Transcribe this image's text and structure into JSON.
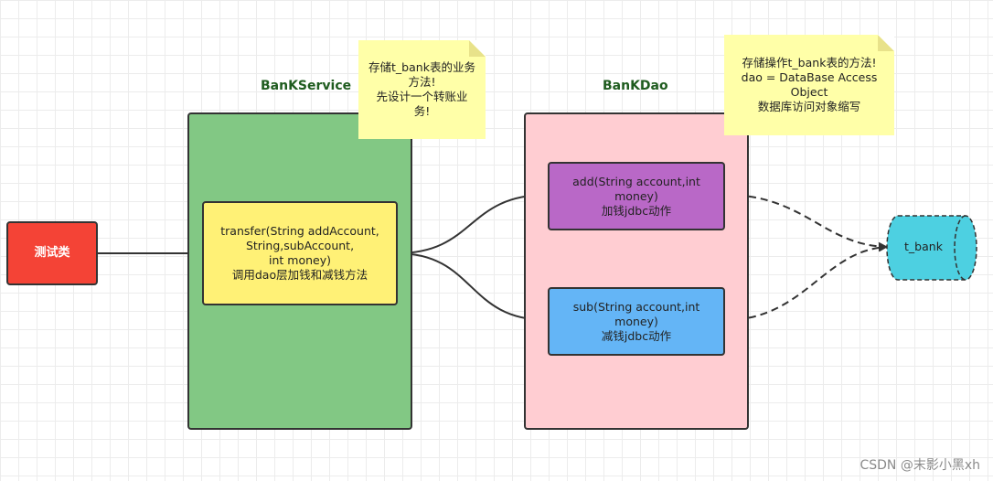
{
  "test_class": {
    "label": "测试类",
    "color": "#f44336"
  },
  "service": {
    "title": "BanKService",
    "color": "#82c884",
    "method": {
      "text": "transfer(String addAccount,\nString,subAccount,\nint money)\n调用dao层加钱和减钱方法",
      "color": "#fff176"
    },
    "note": "存储t_bank表的业务\n方法!\n先设计一个转账业\n务!"
  },
  "dao": {
    "title": "BanKDao",
    "color": "#ffcdd2",
    "add_method": {
      "text": "add(String account,int\nmoney)\n加钱jdbc动作",
      "color": "#b968c7"
    },
    "sub_method": {
      "text": "sub(String account,int\nmoney)\n减钱jdbc动作",
      "color": "#64b5f6"
    },
    "note": "存储操作t_bank表的方法!\ndao = DataBase Access\nObject\n数据库访问对象缩写"
  },
  "database": {
    "label": "t_bank",
    "color": "#4dd0e1"
  },
  "note_color": "#ffffa8",
  "watermark": "CSDN @末影小黑xh"
}
